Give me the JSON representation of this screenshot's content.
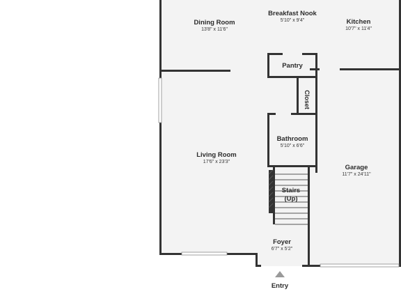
{
  "colors": {
    "wall": "#333333",
    "floor": "#f3f3f3",
    "window": "#d9d9d9",
    "stair_lines": "#444444",
    "entry_arrow": "#9a9a9a",
    "background": "#ffffff"
  },
  "rooms": {
    "dining_room": {
      "name": "Dining Room",
      "dim": "13'8\" x 11'6\""
    },
    "breakfast_nook": {
      "name": "Breakfast Nook",
      "dim": "5'10\" x 9'4\""
    },
    "kitchen": {
      "name": "Kitchen",
      "dim": "10'7\" x 11'4\""
    },
    "pantry": {
      "name": "Pantry"
    },
    "closet": {
      "name": "Closet"
    },
    "bathroom": {
      "name": "Bathroom",
      "dim": "5'10\" x 6'6\""
    },
    "living_room": {
      "name": "Living Room",
      "dim": "17'6\" x 23'3\""
    },
    "garage": {
      "name": "Garage",
      "dim": "11'7\" x 24'11\""
    },
    "stairs": {
      "name_line1": "Stairs",
      "name_line2": "(Up)"
    },
    "foyer": {
      "name": "Foyer",
      "dim": "6'7\" x 5'2\""
    }
  },
  "entry": {
    "label": "Entry",
    "icon": "triangle-up-arrow-icon"
  }
}
